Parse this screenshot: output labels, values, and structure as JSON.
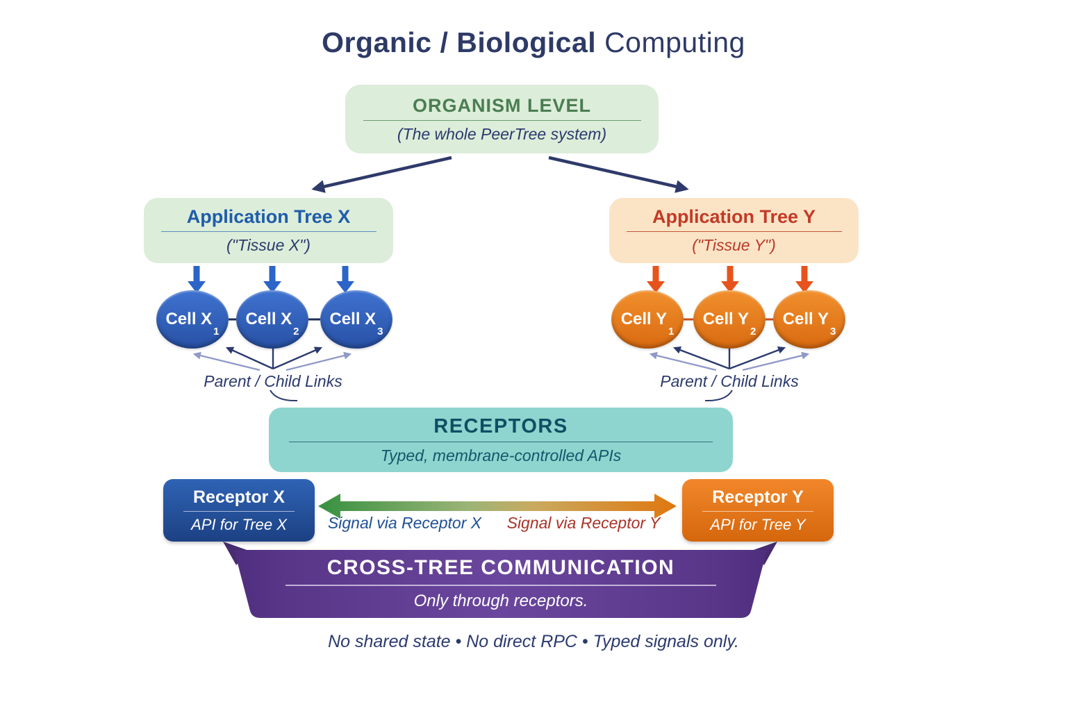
{
  "title": {
    "emphasis": "Organic / Biological",
    "rest": " Computing"
  },
  "organism_box": {
    "title": "ORGANISM LEVEL",
    "subtitle": "(The whole PeerTree system)"
  },
  "tree_x_box": {
    "title": "Application Tree X",
    "subtitle": "(\"Tissue X\")"
  },
  "tree_y_box": {
    "title": "Application Tree Y",
    "subtitle": "(\"Tissue Y\")"
  },
  "cells_x": [
    {
      "base": "Cell X",
      "sub": "1"
    },
    {
      "base": "Cell X",
      "sub": "2"
    },
    {
      "base": "Cell X",
      "sub": "3"
    }
  ],
  "cells_y": [
    {
      "base": "Cell Y",
      "sub": "1"
    },
    {
      "base": "Cell Y",
      "sub": "2"
    },
    {
      "base": "Cell Y",
      "sub": "3"
    }
  ],
  "parent_child_links_x": "Parent / Child Links",
  "parent_child_links_y": "Parent / Child Links",
  "receptors_box": {
    "title": "RECEPTORS",
    "subtitle": "Typed, membrane-controlled APIs"
  },
  "receptor_x_box": {
    "title": "Receptor X",
    "subtitle": "API for Tree X"
  },
  "receptor_y_box": {
    "title": "Receptor Y",
    "subtitle": "API for Tree Y"
  },
  "signal_labels": {
    "via_x": "Signal via Receptor X",
    "via_y": "Signal via Receptor Y"
  },
  "banner": {
    "title": "CROSS-TREE COMMUNICATION",
    "subtitle": "Only through receptors."
  },
  "footer_note": "No shared state  •  No direct RPC  •  Typed signals only.",
  "colors": {
    "title_navy": "#2e3a66",
    "organism_green_text": "#4a7d52",
    "light_green_bg": "#dcedd9",
    "tree_x_blue_text": "#1e5cac",
    "peach_bg": "#fbe4c6",
    "tree_y_red_text": "#c23a27",
    "cell_blue": "#2f5fbe",
    "cell_orange": "#e87c1d",
    "blue_arrow": "#2c64c8",
    "orange_arrow": "#e7531c",
    "teal_bg": "#8ed5cf",
    "teal_text": "#0f4f63",
    "receptor_x_bg": "#24509c",
    "receptor_y_bg": "#e2750f",
    "signal_gradient_green": "#3a9143",
    "signal_gradient_orange": "#e0770f",
    "banner_purple": "#5e3b8e",
    "navy_text": "#2b3a6e",
    "light_link_arrow": "#9099c7"
  }
}
